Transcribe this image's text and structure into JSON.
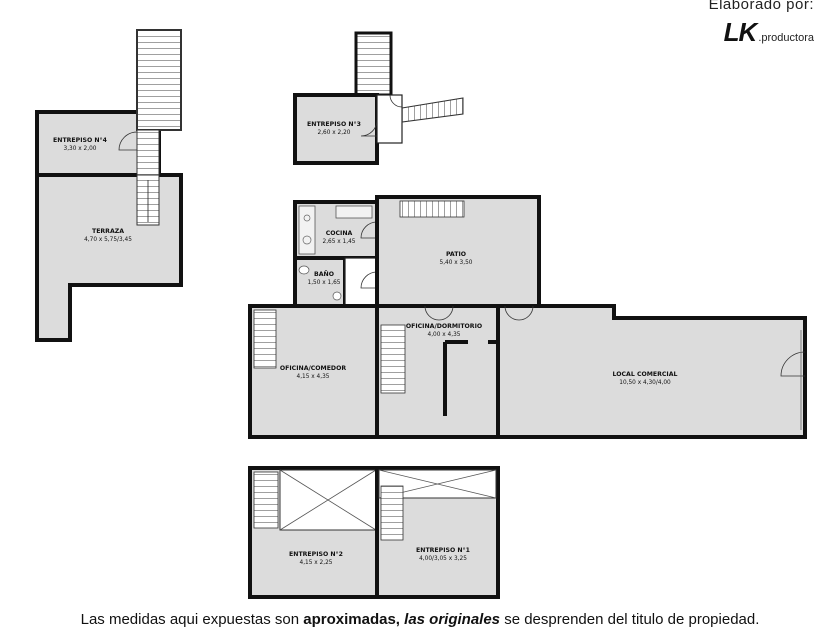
{
  "credit": {
    "prefix": "Elaborado por:",
    "logo_mark": "LK",
    "logo_suffix": ".productora"
  },
  "rooms": {
    "entrepiso4": {
      "name": "ENTREPISO N°4",
      "size": "3,30 x 2,00"
    },
    "terraza": {
      "name": "TERRAZA",
      "size": "4,70 x 5,75/3,45"
    },
    "entrepiso3": {
      "name": "ENTREPISO N°3",
      "size": "2,60 x 2,20"
    },
    "cocina": {
      "name": "COCINA",
      "size": "2,65 x 1,45"
    },
    "bano": {
      "name": "BAÑO",
      "size": "1,50 x 1,65"
    },
    "patio": {
      "name": "PATIO",
      "size": "5,40 x 3,50"
    },
    "oficina_comedor": {
      "name": "OFICINA/COMEDOR",
      "size": "4,15 x 4,35"
    },
    "oficina_dormitorio": {
      "name": "OFICINA/DORMITORIO",
      "size": "4,00 x 4,35"
    },
    "local_comercial": {
      "name": "LOCAL COMERCIAL",
      "size": "10,50 x 4,30/4,00"
    },
    "entrepiso2": {
      "name": "ENTREPISO N°2",
      "size": "4,15 x 2,25"
    },
    "entrepiso1": {
      "name": "ENTREPISO N°1",
      "size": "4,00/3,05 x 3,25"
    }
  },
  "footer": {
    "part1": "Las medidas aqui expuestas son ",
    "part2": "aproximadas,",
    "part3": " las originales",
    "part4": " se desprenden del titulo de propiedad."
  }
}
